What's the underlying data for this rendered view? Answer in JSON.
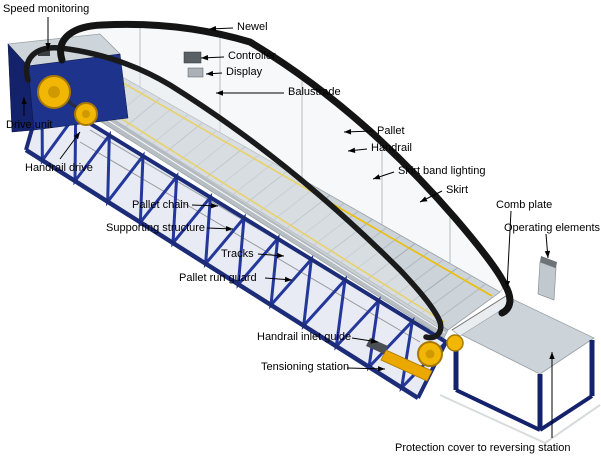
{
  "diagram": {
    "labels": [
      {
        "id": "speed-monitoring",
        "text": "Speed monitoring"
      },
      {
        "id": "newel",
        "text": "Newel"
      },
      {
        "id": "controller",
        "text": "Controller"
      },
      {
        "id": "display",
        "text": "Display"
      },
      {
        "id": "balustrade",
        "text": "Balustrade"
      },
      {
        "id": "pallet",
        "text": "Pallet"
      },
      {
        "id": "handrail",
        "text": "Handrail"
      },
      {
        "id": "skirt-band-lighting",
        "text": "Skirt band lighting"
      },
      {
        "id": "skirt",
        "text": "Skirt"
      },
      {
        "id": "comb-plate",
        "text": "Comb plate"
      },
      {
        "id": "operating-elements",
        "text": "Operating elements"
      },
      {
        "id": "drive-unit",
        "text": "Drive unit"
      },
      {
        "id": "handrail-drive",
        "text": "Handrail drive"
      },
      {
        "id": "pallet-chain",
        "text": "Pallet chain"
      },
      {
        "id": "supporting-structure",
        "text": "Supporting structure"
      },
      {
        "id": "tracks",
        "text": "Tracks"
      },
      {
        "id": "pallet-run-guard",
        "text": "Pallet run guard"
      },
      {
        "id": "handrail-inlet-guide",
        "text": "Handrail inlet guide"
      },
      {
        "id": "tensioning-station",
        "text": "Tensioning station"
      },
      {
        "id": "protection-cover",
        "text": "Protection cover to reversing station"
      }
    ],
    "colors": {
      "frame_blue": "#1b2f7e",
      "frame_blue_dark": "#14226b",
      "deck_gray": "#cdd4d9",
      "handrail_black": "#141414",
      "machinery_yellow": "#f2b705",
      "leader_line": "#000000",
      "background": "#ffffff"
    }
  }
}
